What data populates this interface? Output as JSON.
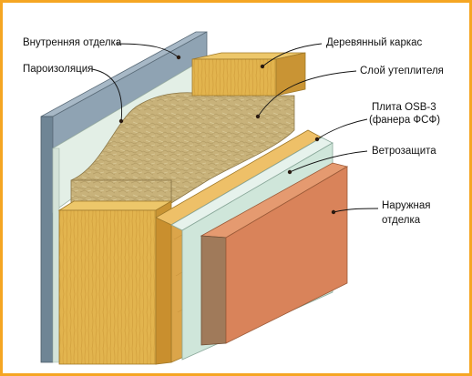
{
  "diagram": {
    "labels": {
      "inner_finish": "Внутренняя отделка",
      "wood_frame": "Деревянный каркас",
      "vapor_barrier": "Пароизоляция",
      "insulation_layer": "Слой утеплителя",
      "osb_line1": "Плита OSB-3",
      "osb_line2": "(фанера ФСФ)",
      "wind_barrier": "Ветрозащита",
      "outer_finish_line1": "Наружная",
      "outer_finish_line2": "отделка"
    },
    "colors": {
      "border": "#f5a623",
      "inner_finish": "#8fa3b3",
      "vapor_barrier": "#e3efe6",
      "wood": "#e2b44e",
      "insulation": "#c8b27a",
      "osb": "#dba54a",
      "wind_barrier": "#cfe6da",
      "outer_finish": "#d9835a",
      "leader_lines": "#111111",
      "dots": "#2a1a10"
    }
  }
}
